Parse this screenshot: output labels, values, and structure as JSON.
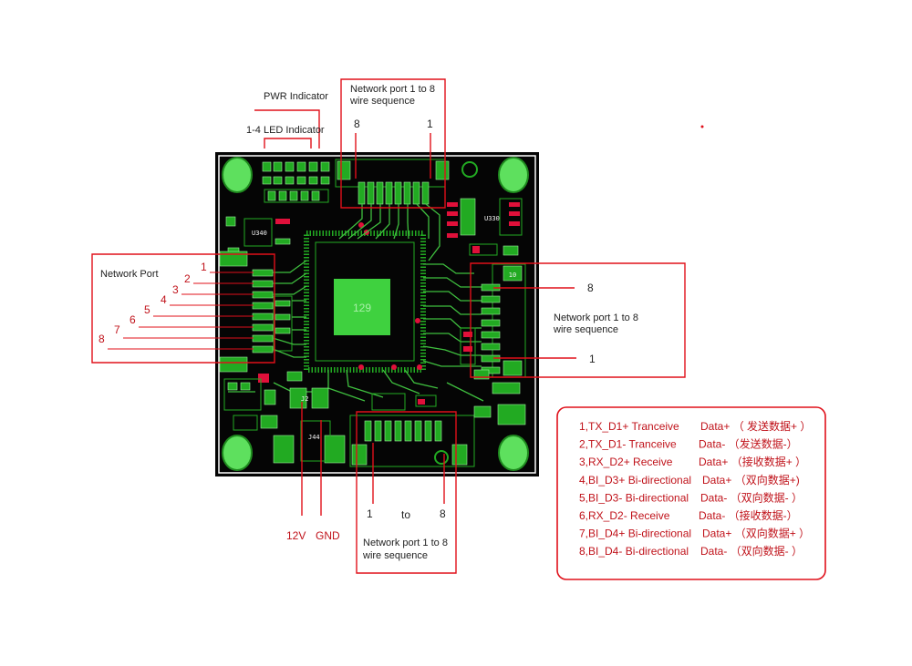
{
  "labels": {
    "pwr_indicator": "PWR Indicator",
    "led_indicator": "1-4 LED Indicator",
    "top_port_line1": "Network port 1 to 8",
    "top_port_line2": "wire sequence",
    "top_pin_left": "8",
    "top_pin_right": "1",
    "left_port": "Network Port",
    "left_pins": [
      "1",
      "2",
      "3",
      "4",
      "5",
      "6",
      "7",
      "8"
    ],
    "right_port_line1": "Network port 1 to 8",
    "right_port_line2": "wire sequence",
    "right_pin_top": "8",
    "right_pin_bottom": "1",
    "bottom_pin_left": "1",
    "bottom_to": "to",
    "bottom_pin_right": "8",
    "bottom_port_line1": "Network port 1 to 8",
    "bottom_port_line2": "wire sequence",
    "v12": "12V",
    "gnd": "GND",
    "chip": "129",
    "silk": {
      "u330": "U330",
      "u340": "U340",
      "j44": "J44",
      "j2": "J2"
    }
  },
  "legend": [
    {
      "pin": "1,TX_D1+ Tranceive",
      "signal": "Data+ （ 发送数据+ ）"
    },
    {
      "pin": "2,TX_D1- Tranceive",
      "signal": "Data- （发送数据-）"
    },
    {
      "pin": "3,RX_D2+ Receive",
      "signal": "Data+ （接收数据+ ）"
    },
    {
      "pin": "4,BI_D3+ Bi-directional",
      "signal": "Data+ （双向数据+)"
    },
    {
      "pin": "5,BI_D3- Bi-directional",
      "signal": "Data- （双向数据- ）"
    },
    {
      "pin": "6,RX_D2- Receive",
      "signal": "Data- （接收数据-）"
    },
    {
      "pin": "7,BI_D4+ Bi-directional",
      "signal": "Data+ （双向数据+ ）"
    },
    {
      "pin": "8,BI_D4- Bi-directional",
      "signal": "Data- （双向数据- ）"
    }
  ],
  "colors": {
    "board": "#000000",
    "copper": "#22aa22",
    "annotation": "#e0101a",
    "mounting_hole": "#5ee05e",
    "chip_pad": "#3fd13f"
  }
}
